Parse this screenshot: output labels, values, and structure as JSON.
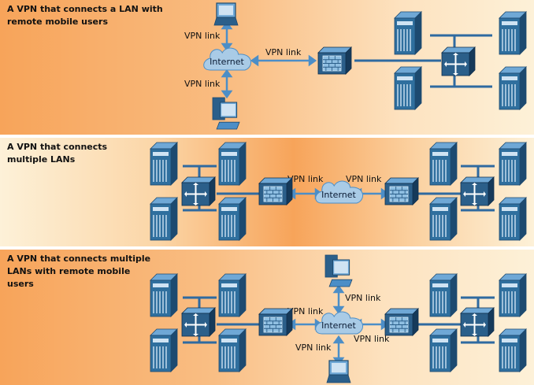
{
  "panels": [
    {
      "title": "A VPN that connects a LAN with\nremote mobile users",
      "style": "warm-left"
    },
    {
      "title": "A VPN that connects\nmultiple LANs",
      "style": "warm-center"
    },
    {
      "title": "A VPN that connects multiple\nLANs with remote mobile\nusers",
      "style": "warm-left"
    }
  ],
  "labels": {
    "vpn_link": "VPN link",
    "internet": "Internet"
  },
  "colors": {
    "orange": "#f7a45a",
    "cream": "#fdf1d8",
    "device_blue": "#2f6f9e",
    "device_dark": "#1d4a70",
    "link_blue": "#4c8ec7",
    "cloud_fill": "#a9cbe6"
  },
  "icons": [
    "server-icon",
    "router-icon",
    "firewall-icon",
    "cloud-icon",
    "laptop-icon",
    "workstation-icon"
  ]
}
